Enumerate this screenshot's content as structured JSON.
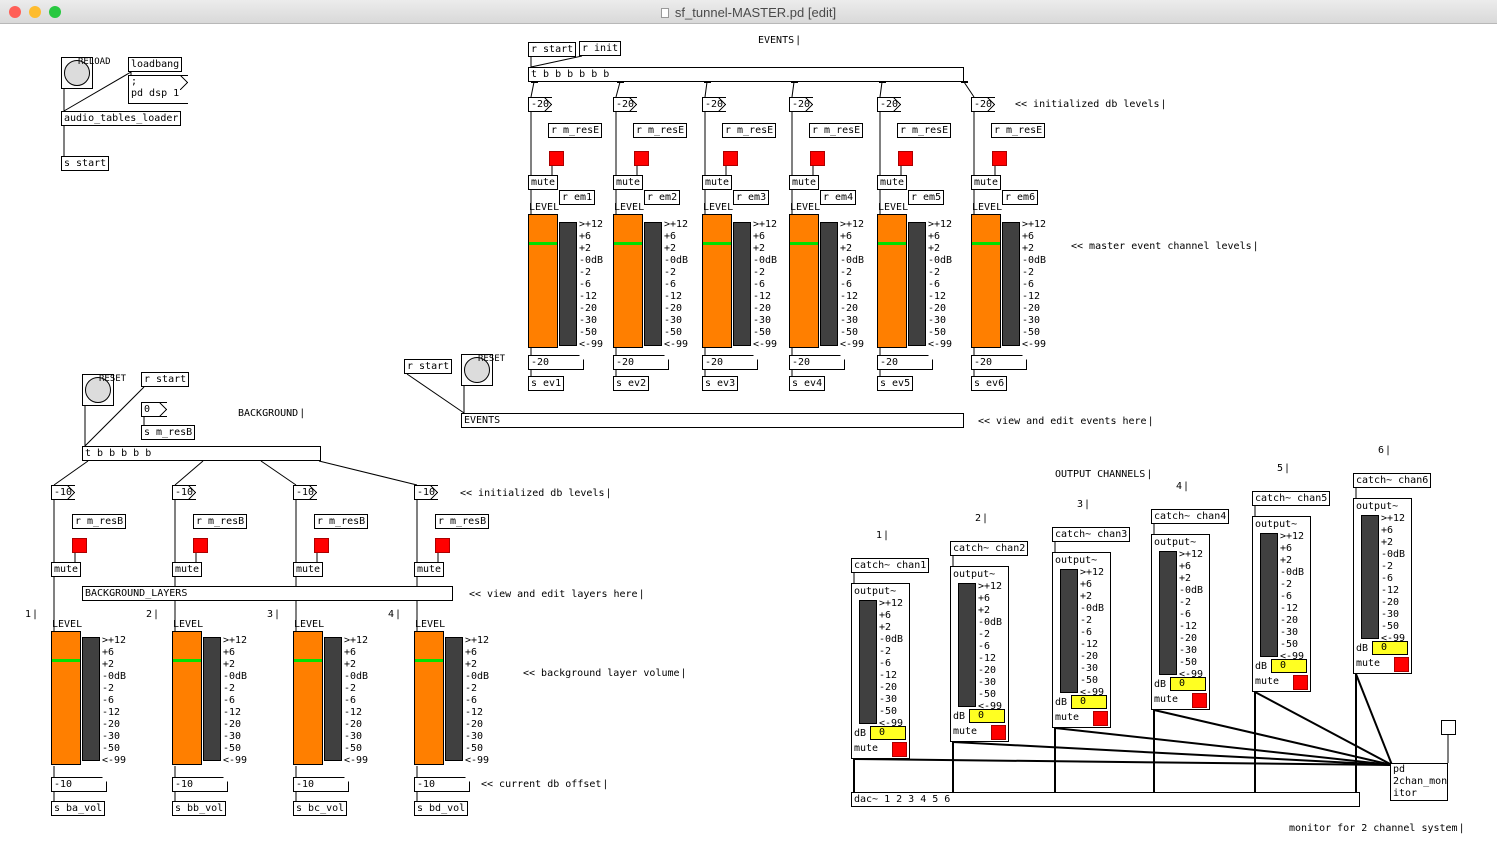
{
  "window": {
    "title": "sf_tunnel-MASTER.pd [edit]",
    "lights": [
      "#ff5f57",
      "#febc2e",
      "#28c840"
    ]
  },
  "colors": {
    "slider": "#ff7f00",
    "slider_knob": "#00e000",
    "meter": "#404040",
    "toggle_on": "#ff0000",
    "num_bg": "#ffff22"
  },
  "init": {
    "reload": "RELOAD",
    "loadbang": "loadbang",
    "dsp_msg": ";\npd dsp 1",
    "loader": "audio_tables_loader",
    "send_start": "s start"
  },
  "events": {
    "title": "EVENTS",
    "r_start": "r start",
    "r_init": "r init",
    "trigger": "t b b b b b b",
    "init_note": "<< initialized db levels",
    "levels_note": "<< master event channel levels",
    "view_note": "<< view and edit events here",
    "reset_recv": "r start",
    "reset": "RESET",
    "subpatch": "EVENTS",
    "slider_label": "LEVEL",
    "scale": ">+12\n+6\n+2\n-0dB\n-2\n-6\n-12\n-20\n-30\n-50\n<-99",
    "channels": [
      {
        "init_msg": "-20",
        "reset_recv": "r m_resE",
        "mute": "mute",
        "em": "r em1",
        "offset": "-20",
        "send": "s ev1"
      },
      {
        "init_msg": "-20",
        "reset_recv": "r m_resE",
        "mute": "mute",
        "em": "r em2",
        "offset": "-20",
        "send": "s ev2"
      },
      {
        "init_msg": "-20",
        "reset_recv": "r m_resE",
        "mute": "mute",
        "em": "r em3",
        "offset": "-20",
        "send": "s ev3"
      },
      {
        "init_msg": "-20",
        "reset_recv": "r m_resE",
        "mute": "mute",
        "em": "r em4",
        "offset": "-20",
        "send": "s ev4"
      },
      {
        "init_msg": "-20",
        "reset_recv": "r m_resE",
        "mute": "mute",
        "em": "r em5",
        "offset": "-20",
        "send": "s ev5"
      },
      {
        "init_msg": "-20",
        "reset_recv": "r m_resE",
        "mute": "mute",
        "em": "r em6",
        "offset": "-20",
        "send": "s ev6"
      }
    ]
  },
  "background": {
    "title": "BACKGROUND",
    "reset": "RESET",
    "r_start": "r start",
    "zero_msg": "0",
    "send_res": "s m_resB",
    "trigger": "t b b b b b",
    "init_note": "<< initialized db levels",
    "subpatch": "BACKGROUND_LAYERS",
    "view_note": "<< view and edit layers here",
    "volume_note": "<< background layer volume",
    "offset_note": "<< current db offset",
    "slider_label": "LEVEL",
    "scale": ">+12\n+6\n+2\n-0dB\n-2\n-6\n-12\n-20\n-30\n-50\n<-99",
    "channels": [
      {
        "num": "1",
        "init_msg": "-10",
        "reset_recv": "r m_resB",
        "mute": "mute",
        "offset": "-10",
        "send": "s ba_vol"
      },
      {
        "num": "2",
        "init_msg": "-10",
        "reset_recv": "r m_resB",
        "mute": "mute",
        "offset": "-10",
        "send": "s bb_vol"
      },
      {
        "num": "3",
        "init_msg": "-10",
        "reset_recv": "r m_resB",
        "mute": "mute",
        "offset": "-10",
        "send": "s bc_vol"
      },
      {
        "num": "4",
        "init_msg": "-10",
        "reset_recv": "r m_resB",
        "mute": "mute",
        "offset": "-10",
        "send": "s bd_vol"
      }
    ]
  },
  "output": {
    "title": "OUTPUT CHANNELS",
    "header": "output~",
    "db_label": "dB",
    "db_value": "0",
    "mute_label": "mute",
    "scale": ">+12\n+6\n+2\n-0dB\n-2\n-6\n-12\n-20\n-30\n-50\n<-99",
    "channels": [
      {
        "num": "1",
        "catch": "catch~ chan1"
      },
      {
        "num": "2",
        "catch": "catch~ chan2"
      },
      {
        "num": "3",
        "catch": "catch~ chan3"
      },
      {
        "num": "4",
        "catch": "catch~ chan4"
      },
      {
        "num": "5",
        "catch": "catch~ chan5"
      },
      {
        "num": "6",
        "catch": "catch~ chan6"
      }
    ],
    "dac": "dac~ 1 2 3 4 5 6",
    "monitor": "pd\n2chan_mon\nitor",
    "monitor_note": "monitor for 2 channel system"
  }
}
